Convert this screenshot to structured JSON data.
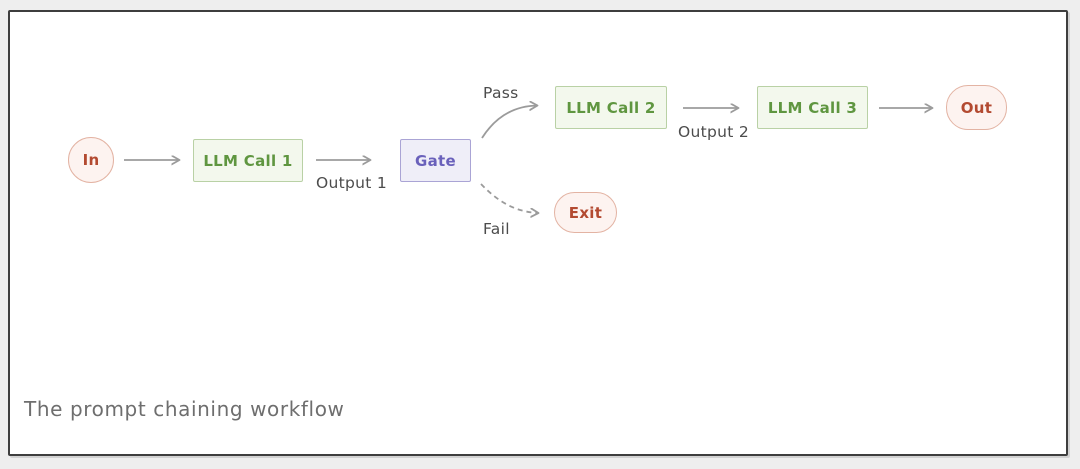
{
  "diagram": {
    "caption": "The prompt chaining workflow",
    "nodes": {
      "in": {
        "label": "In",
        "shape": "circle",
        "style": "pink"
      },
      "llm1": {
        "label": "LLM Call 1",
        "shape": "rect",
        "style": "green"
      },
      "gate": {
        "label": "Gate",
        "shape": "rect",
        "style": "purple"
      },
      "llm2": {
        "label": "LLM Call 2",
        "shape": "rect",
        "style": "green"
      },
      "llm3": {
        "label": "LLM Call 3",
        "shape": "rect",
        "style": "green"
      },
      "exit": {
        "label": "Exit",
        "shape": "pill",
        "style": "pink"
      },
      "out": {
        "label": "Out",
        "shape": "pill",
        "style": "pink"
      }
    },
    "edges": [
      {
        "from": "in",
        "to": "llm1",
        "label": "",
        "line": "solid"
      },
      {
        "from": "llm1",
        "to": "gate",
        "label": "Output 1",
        "line": "solid"
      },
      {
        "from": "gate",
        "to": "llm2",
        "label": "Pass",
        "line": "solid-curved"
      },
      {
        "from": "gate",
        "to": "exit",
        "label": "Fail",
        "line": "dashed-curved"
      },
      {
        "from": "llm2",
        "to": "llm3",
        "label": "Output 2",
        "line": "solid"
      },
      {
        "from": "llm3",
        "to": "out",
        "label": "",
        "line": "solid"
      }
    ],
    "edge_labels": {
      "output1": "Output 1",
      "output2": "Output 2",
      "pass": "Pass",
      "fail": "Fail"
    },
    "colors": {
      "green_fill": "#f3f8ed",
      "green_border": "#b9d1a5",
      "green_text": "#5f9640",
      "purple_fill": "#efeef8",
      "purple_border": "#aaa4d5",
      "purple_text": "#6a61bb",
      "pink_fill": "#fdf3f0",
      "pink_border": "#e3b3a3",
      "pink_text": "#b34a31",
      "arrow": "#9b9b9b",
      "edge_label_text": "#4c4c4c",
      "caption_text": "#6e6e6e",
      "frame_border": "#3e3e3e",
      "page_background": "#eeeeee"
    }
  }
}
